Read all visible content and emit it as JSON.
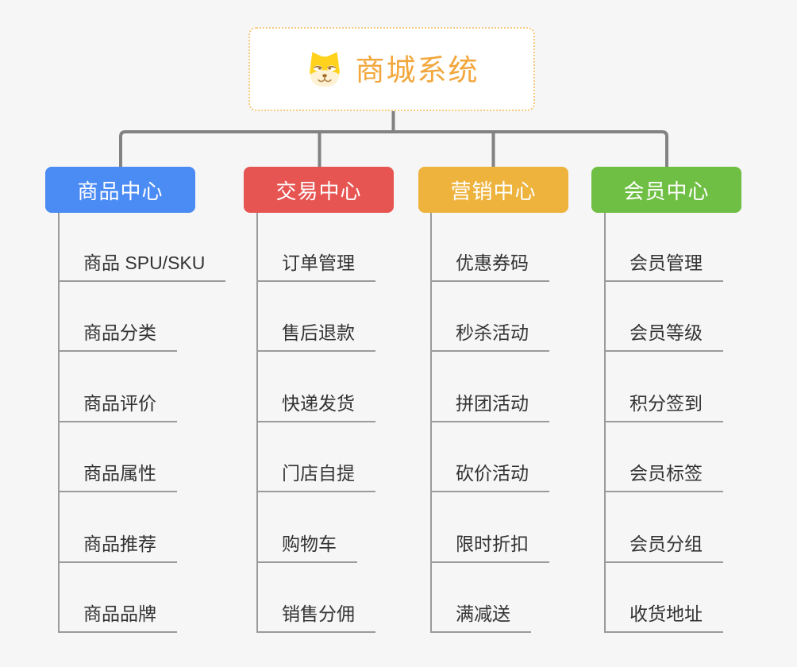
{
  "root": {
    "title": "商城系统",
    "icon": "dog-icon",
    "title_color": "#f2a73d",
    "border_color": "#f6c77c"
  },
  "connector_color": "#828282",
  "background_color": "#f6f6f6",
  "branches": [
    {
      "label": "商品中心",
      "color": "#4b8bf4",
      "items": [
        "商品 SPU/SKU",
        "商品分类",
        "商品评价",
        "商品属性",
        "商品推荐",
        "商品品牌"
      ]
    },
    {
      "label": "交易中心",
      "color": "#e65552",
      "items": [
        "订单管理",
        "售后退款",
        "快递发货",
        "门店自提",
        "购物车",
        "销售分佣"
      ]
    },
    {
      "label": "营销中心",
      "color": "#edb33d",
      "items": [
        "优惠券码",
        "秒杀活动",
        "拼团活动",
        "砍价活动",
        "限时折扣",
        "满减送"
      ]
    },
    {
      "label": "会员中心",
      "color": "#6fbf44",
      "items": [
        "会员管理",
        "会员等级",
        "积分签到",
        "会员标签",
        "会员分组",
        "收货地址"
      ]
    }
  ]
}
